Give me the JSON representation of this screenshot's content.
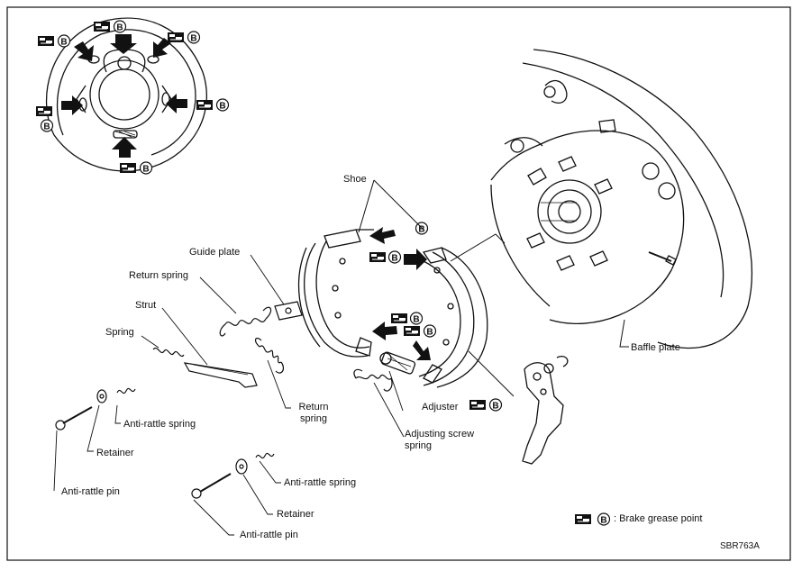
{
  "labels": {
    "shoe": "Shoe",
    "guide_plate": "Guide plate",
    "return_spring_1": "Return spring",
    "strut": "Strut",
    "spring": "Spring",
    "return_spring_2_line1": "Return",
    "return_spring_2_line2": "spring",
    "adjuster": "Adjuster",
    "adjusting_screw_spring_line1": "Adjusting screw",
    "adjusting_screw_spring_line2": "spring",
    "baffle_plate": "Baffle plate",
    "anti_rattle_spring_1": "Anti-rattle spring",
    "retainer_1": "Retainer",
    "anti_rattle_pin_1": "Anti-rattle pin",
    "anti_rattle_spring_2": "Anti-rattle spring",
    "retainer_2": "Retainer",
    "anti_rattle_pin_2": "Anti-rattle pin"
  },
  "legend": {
    "symbol_letter": "B",
    "text": ": Brake grease point"
  },
  "figure_code": "SBR763A",
  "colors": {
    "ink": "#111111",
    "background": "#ffffff"
  }
}
